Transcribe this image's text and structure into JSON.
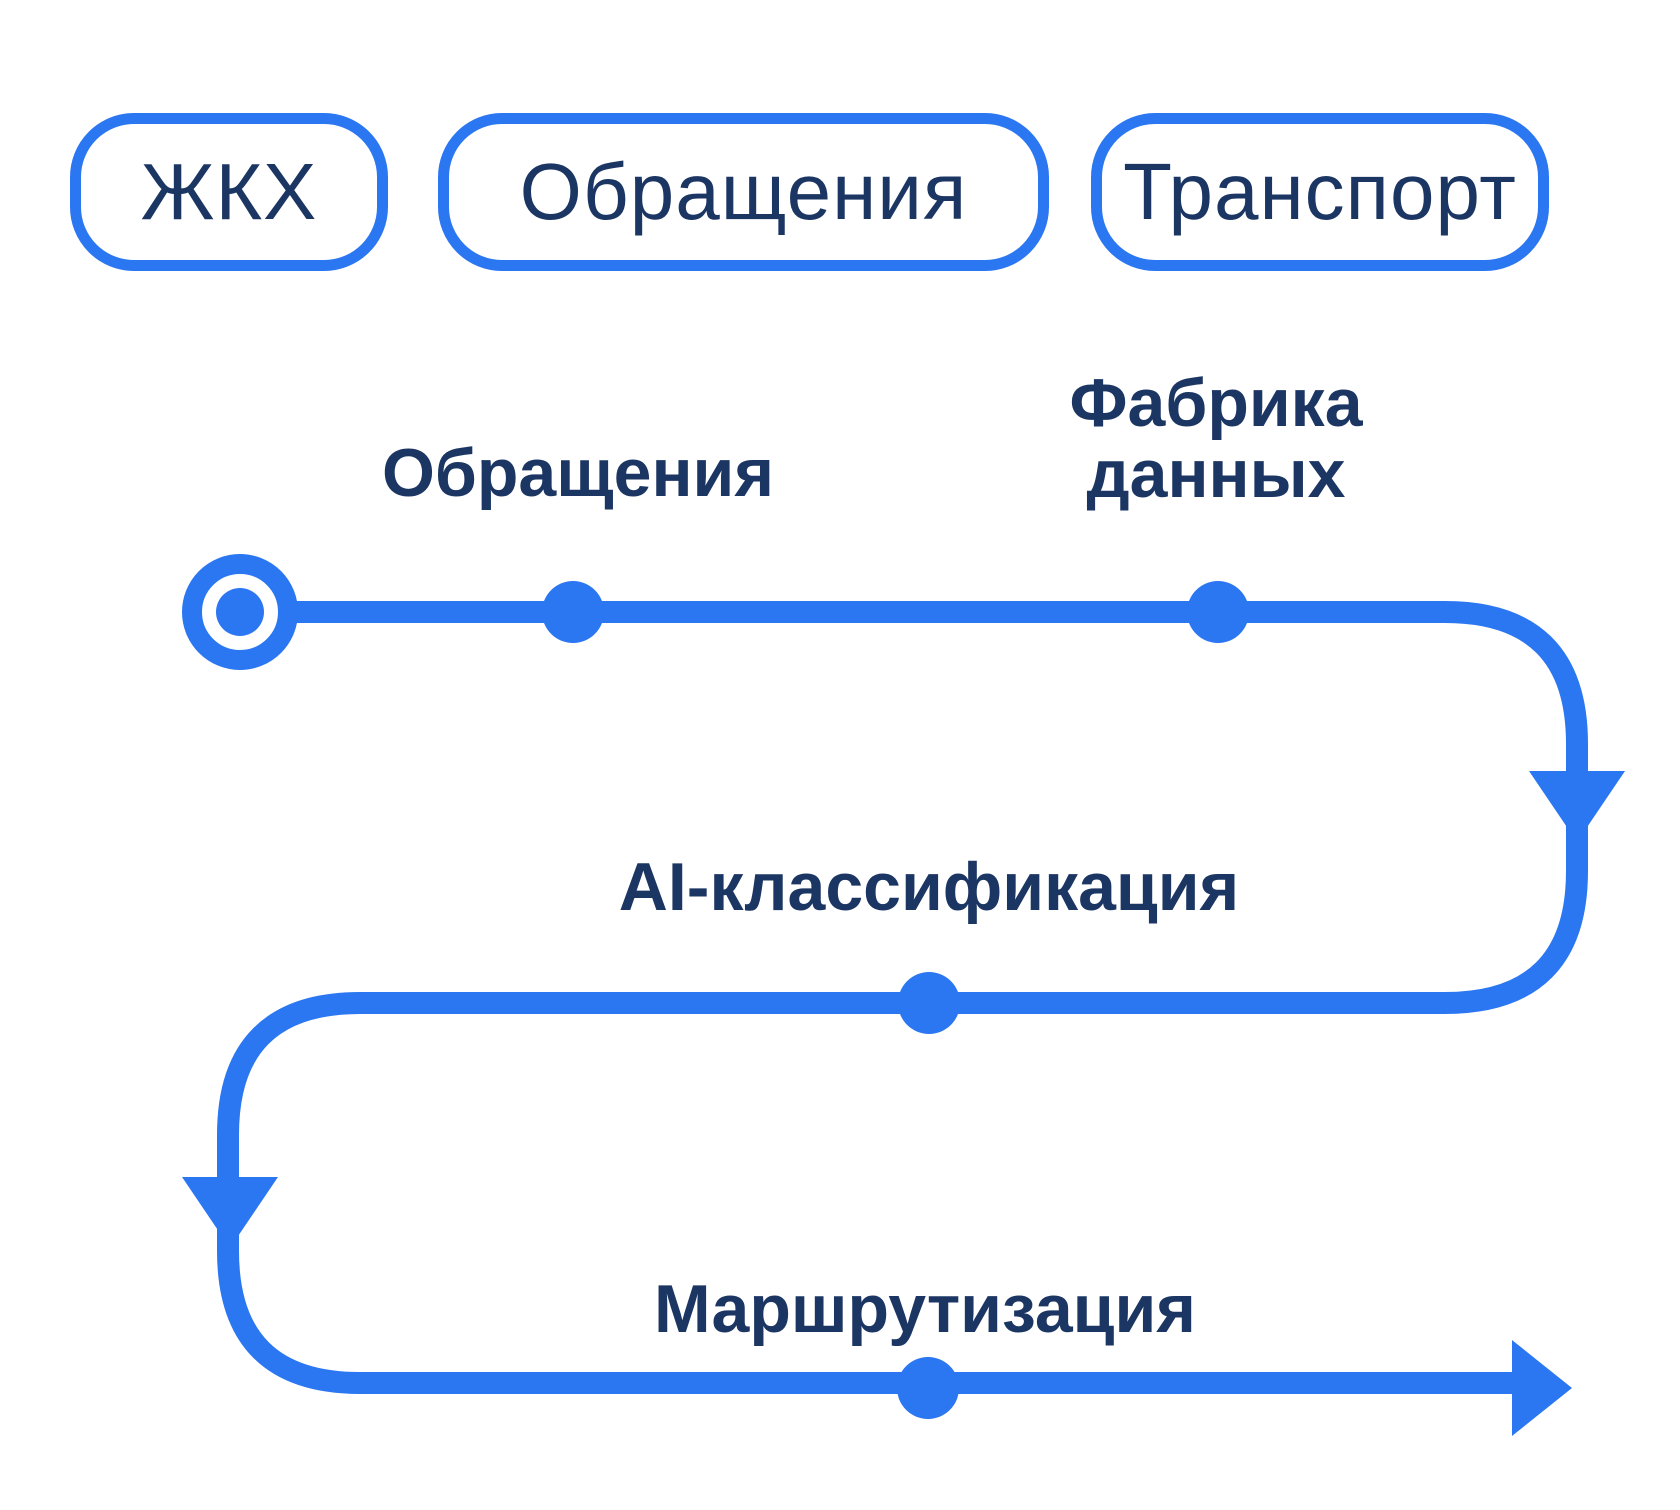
{
  "tags": [
    {
      "label": "ЖКХ"
    },
    {
      "label": "Обращения"
    },
    {
      "label": "Транспорт"
    }
  ],
  "flow": {
    "nodes": [
      {
        "label": "Обращения"
      },
      {
        "label": "Фабрика данных"
      },
      {
        "label": "AI-классификация"
      },
      {
        "label": "Маршрутизация"
      }
    ]
  },
  "colors": {
    "accent_blue": "#2B77F2",
    "text_navy": "#1C3663",
    "background": "#FFFFFF"
  }
}
